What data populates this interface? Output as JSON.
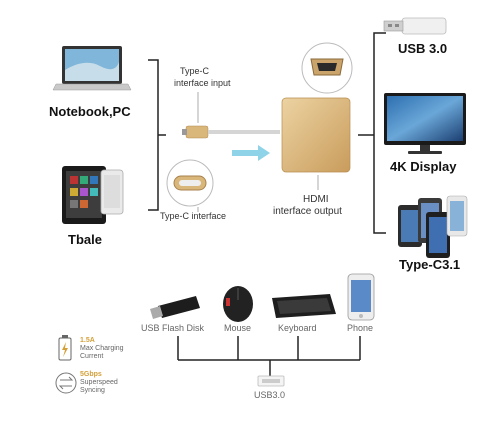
{
  "labels": {
    "notebook": "Notebook,PC",
    "tablet": "Tbale",
    "typec_input_line1": "Type-C",
    "typec_input_line2": "interface input",
    "typec_interface": "Type-C interface",
    "hdmi_line1": "HDMI",
    "hdmi_line2": "interface output",
    "usb30_top": "USB 3.0",
    "display": "4K Display",
    "typec31": "Type-C3.1",
    "usb_flash": "USB Flash Disk",
    "mouse": "Mouse",
    "keyboard": "Keyboard",
    "phone": "Phone",
    "usb30_bottom": "USB3.0"
  },
  "specs": {
    "charging_value": "1.5A",
    "charging_line1": "Max Charging",
    "charging_line2": "Current",
    "speed_value": "5Gbps",
    "speed_line1": "Superspeed",
    "speed_line2": "Syncing"
  },
  "colors": {
    "adapter_gold": "#d9b67a",
    "accent_blue": "#8fd3e8",
    "bracket": "#222222",
    "spec_highlight": "#d4a03a"
  },
  "icons": [
    "laptop-icon",
    "tablet-icon",
    "usb-c-port-icon",
    "hdmi-port-icon",
    "usb-drive-icon",
    "monitor-icon",
    "smartphones-icon",
    "mouse-icon",
    "keyboard-icon",
    "phone-icon",
    "battery-icon",
    "sync-icon",
    "usb-port-icon",
    "arrow-icon"
  ]
}
